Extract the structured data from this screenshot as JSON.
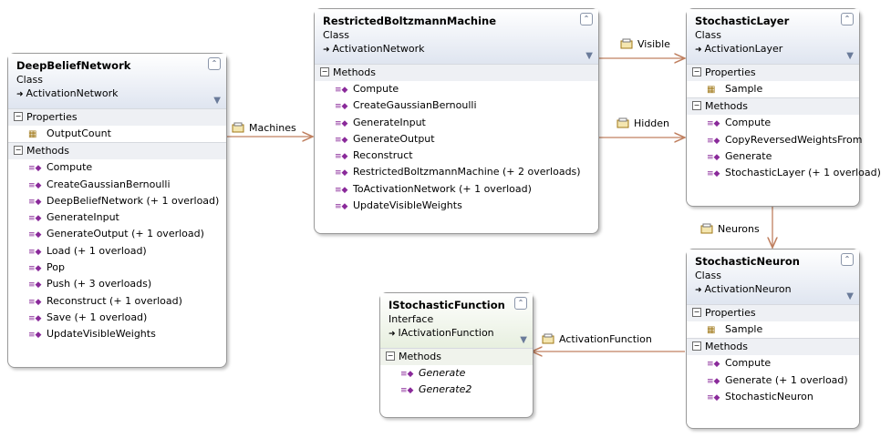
{
  "classes": {
    "dbn": {
      "title": "DeepBeliefNetwork",
      "kind": "Class",
      "base": "ActivationNetwork",
      "sections": [
        {
          "label": "Properties",
          "items": [
            "OutputCount"
          ],
          "icon": "property-icon"
        },
        {
          "label": "Methods",
          "items": [
            "Compute",
            "CreateGaussianBernoulli",
            "DeepBeliefNetwork (+ 1 overload)",
            "GenerateInput",
            "GenerateOutput (+ 1 overload)",
            "Load (+ 1 overload)",
            "Pop",
            "Push (+ 3 overloads)",
            "Reconstruct (+ 1 overload)",
            "Save (+ 1 overload)",
            "UpdateVisibleWeights"
          ],
          "icon": "method-icon"
        }
      ]
    },
    "rbm": {
      "title": "RestrictedBoltzmannMachine",
      "kind": "Class",
      "base": "ActivationNetwork",
      "sections": [
        {
          "label": "Methods",
          "items": [
            "Compute",
            "CreateGaussianBernoulli",
            "GenerateInput",
            "GenerateOutput",
            "Reconstruct",
            "RestrictedBoltzmannMachine (+ 2 overloads)",
            "ToActivationNetwork (+ 1 overload)",
            "UpdateVisibleWeights"
          ],
          "icon": "method-icon"
        }
      ]
    },
    "layer": {
      "title": "StochasticLayer",
      "kind": "Class",
      "base": "ActivationLayer",
      "sections": [
        {
          "label": "Properties",
          "items": [
            "Sample"
          ],
          "icon": "property-icon"
        },
        {
          "label": "Methods",
          "items": [
            "Compute",
            "CopyReversedWeightsFrom",
            "Generate",
            "StochasticLayer (+ 1 overload)"
          ],
          "icon": "method-icon"
        }
      ]
    },
    "neuron": {
      "title": "StochasticNeuron",
      "kind": "Class",
      "base": "ActivationNeuron",
      "sections": [
        {
          "label": "Properties",
          "items": [
            "Sample"
          ],
          "icon": "property-icon"
        },
        {
          "label": "Methods",
          "items": [
            "Compute",
            "Generate (+ 1 overload)",
            "StochasticNeuron"
          ],
          "icon": "method-icon"
        }
      ]
    },
    "func": {
      "title": "IStochasticFunction",
      "kind": "Interface",
      "base": "IActivationFunction",
      "sections": [
        {
          "label": "Methods",
          "items": [
            "Generate",
            "Generate2"
          ],
          "icon": "method-icon"
        }
      ]
    }
  },
  "associations": {
    "machines": "Machines",
    "visible": "Visible",
    "hidden": "Hidden",
    "neurons": "Neurons",
    "activation_function": "ActivationFunction"
  },
  "colors": {
    "connector": "#c08060",
    "method_icon": "#8a2a9a",
    "header_class": "#dfe5f0",
    "header_interface": "#e7efdf"
  }
}
